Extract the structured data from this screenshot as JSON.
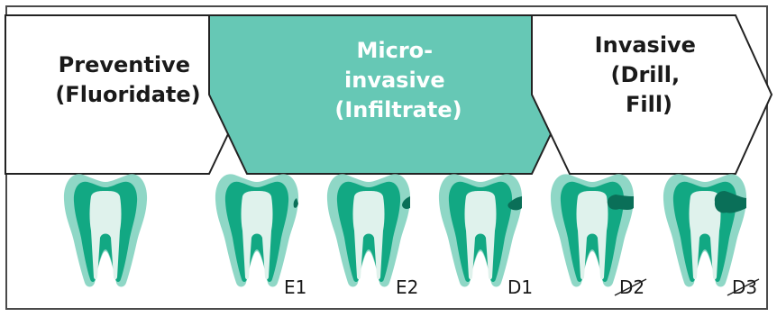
{
  "stages": [
    {
      "lines": [
        "Preventive",
        "(Fluoridate)"
      ],
      "style": "outline"
    },
    {
      "lines": [
        "Micro-",
        "invasive",
        "(Infiltrate)"
      ],
      "style": "filled"
    },
    {
      "lines": [
        "Invasive",
        "(Drill,",
        "Fill)"
      ],
      "style": "outline"
    }
  ],
  "teeth": [
    {
      "label": "",
      "lesion": "none",
      "struck": false
    },
    {
      "label": "E1",
      "lesion": "outer-enamel",
      "struck": false
    },
    {
      "label": "E2",
      "lesion": "inner-enamel",
      "struck": false
    },
    {
      "label": "D1",
      "lesion": "outer-dentin",
      "struck": false
    },
    {
      "label": "D2",
      "lesion": "middle-dentin",
      "struck": true
    },
    {
      "label": "D3",
      "lesion": "inner-dentin",
      "struck": true
    }
  ],
  "colors": {
    "accent": "#66c8b5",
    "enamel": "#8fd7c6",
    "dentin": "#12a883",
    "pulp": "#dff2ec",
    "lesion": "#0a6f58",
    "outline": "#222222"
  }
}
